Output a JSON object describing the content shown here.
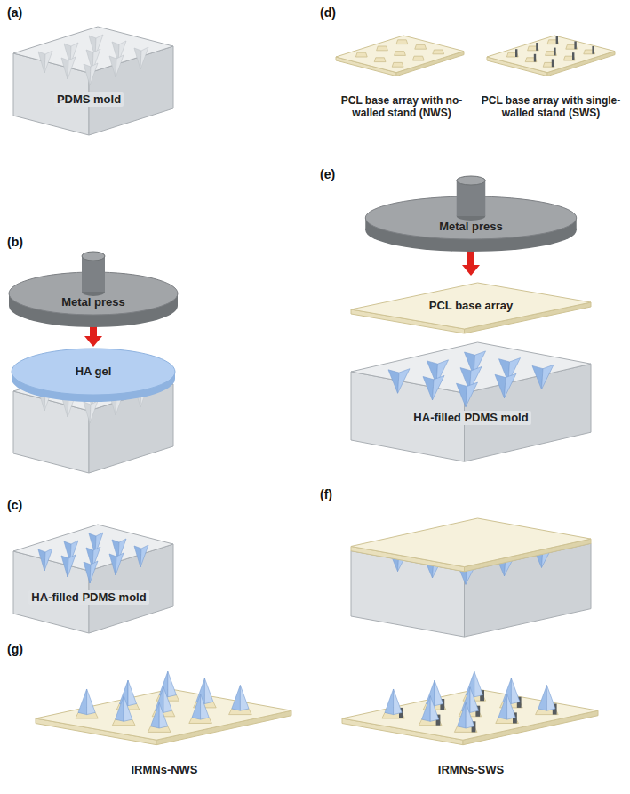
{
  "diagram": {
    "labels": [
      "(a)",
      "PDMS mold",
      "(b)",
      "Metal press",
      "HA gel",
      "(c)",
      "HA-filled PDMS mold",
      "(d)",
      "PCL base array with no-walled stand (NWS)",
      "PCL base array with single-walled stand (SWS)",
      "(e)",
      "Metal press",
      "PCL base array",
      "HA-filled PDMS mold",
      "(f)",
      "(g)",
      "IRMNs-NWS",
      "IRMNs-SWS"
    ]
  }
}
